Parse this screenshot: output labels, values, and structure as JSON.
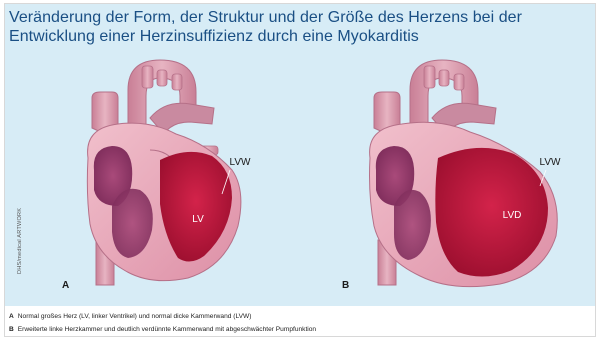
{
  "title": "Veränderung der Form, der Struktur und der Größe des Herzens bei der Entwicklung einer Herzinsuffizienz durch eine Myokarditis",
  "credit": "DHS/medical ARTWORK",
  "panels": [
    {
      "letter": "A",
      "chamber_label": "LV",
      "wall_label": "LVW"
    },
    {
      "letter": "B",
      "chamber_label": "LVD",
      "wall_label": "LVW"
    }
  ],
  "captions": [
    {
      "letter": "A",
      "text": "Normal großes Herz (LV, linker Ventrikel) und normal dicke Kammerwand (LVW)"
    },
    {
      "letter": "B",
      "text": "Erweiterte linke Herzkammer und deutlich verdünnte Kammerwand mit abgeschwächter Pumpfunktion"
    }
  ],
  "colors": {
    "panel_bg": "#d7ecf6",
    "title": "#1a4f84",
    "myocardium": "#e8a5b8",
    "chamber": "#c2173e",
    "vessels": "#d89aac"
  }
}
